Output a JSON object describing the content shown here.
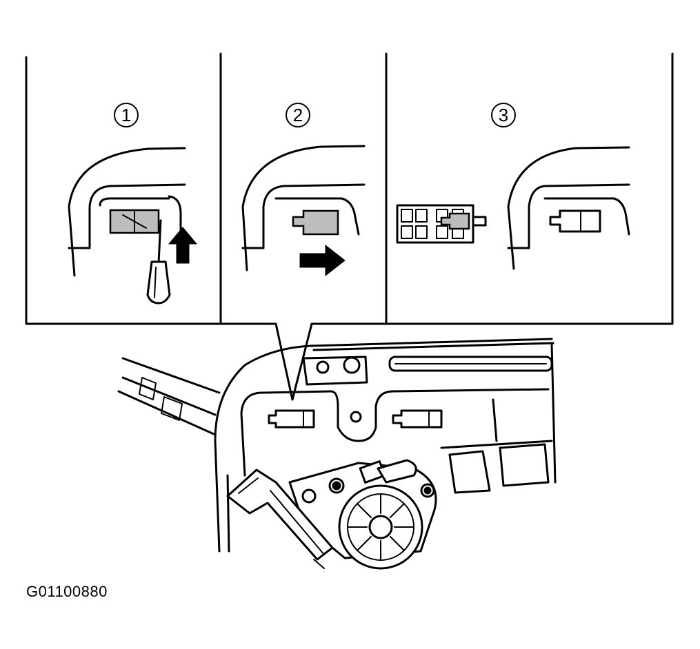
{
  "steps": [
    {
      "number": "1"
    },
    {
      "number": "2"
    },
    {
      "number": "3"
    }
  ],
  "figure_code": "G01100880",
  "icons": [
    "screwdriver-icon",
    "arrow-up-icon",
    "arrow-right-icon",
    "window-regulator-motor-icon",
    "clip-connector-icon"
  ]
}
